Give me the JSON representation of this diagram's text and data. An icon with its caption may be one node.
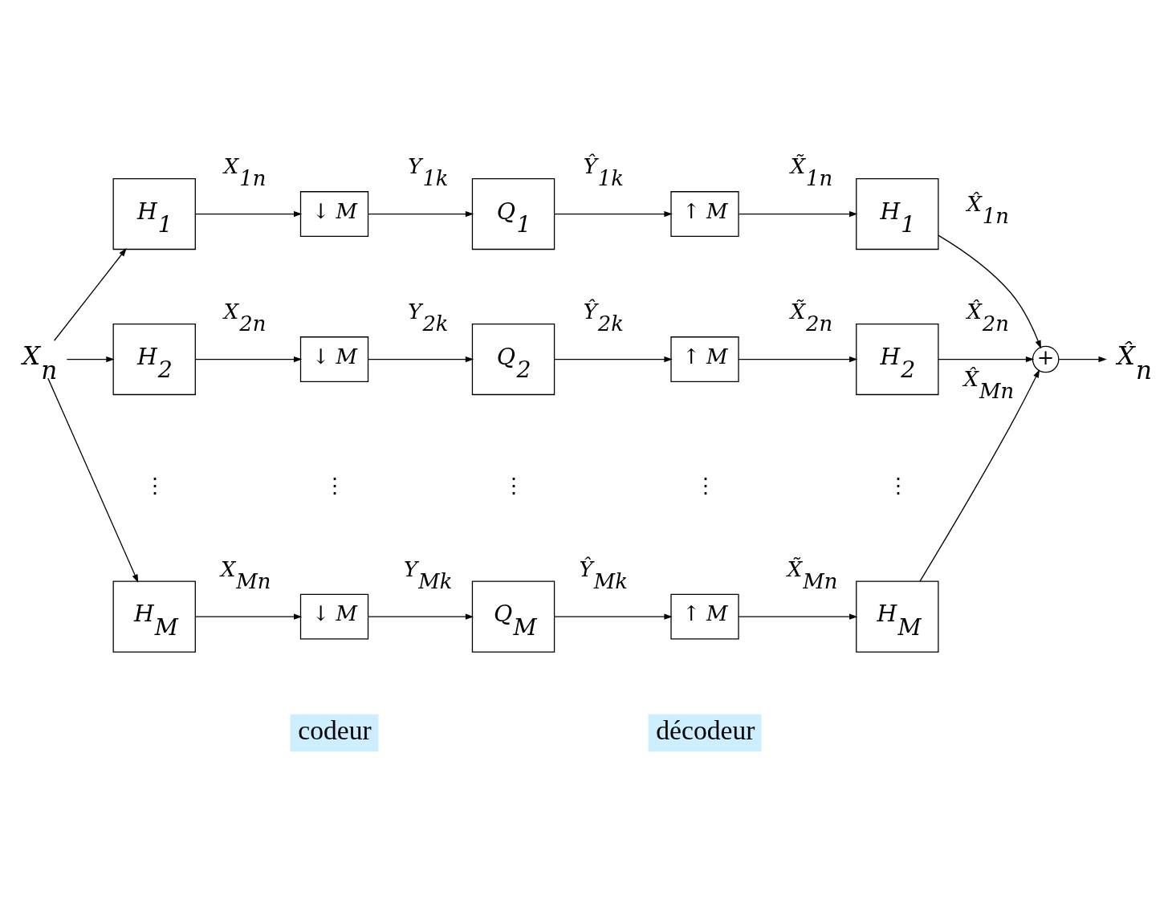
{
  "diagram": {
    "nodes": [
      {
        "text": [
          "X$_{n}$"
        ]
      },
      {
        "text": [
          "H$_{1}$"
        ]
      },
      {
        "text": [
          "↓ M"
        ]
      },
      {
        "text": [
          "Q$_{1}$"
        ]
      },
      {
        "text": [
          "↑ M"
        ]
      },
      {
        "text": [
          "H$_{1}$"
        ]
      },
      {
        "text": [
          "H$_{2}$"
        ]
      },
      {
        "text": [
          "↓ M"
        ]
      },
      {
        "text": [
          "Q$_{2}$"
        ]
      },
      {
        "text": [
          "↑ M"
        ]
      },
      {
        "text": [
          "H$_{2}$"
        ]
      },
      {
        "text": [
          "H$_{M}$"
        ]
      },
      {
        "text": [
          "↓ M"
        ]
      },
      {
        "text": [
          "Q$_{M}$"
        ]
      },
      {
        "text": [
          "↑ M"
        ]
      },
      {
        "text": [
          "H$_{M}$"
        ]
      },
      {
        "text": [
          "+"
        ]
      },
      {
        "text": [
          "X̂$_{n}$"
        ]
      },
      {
        "text": [
          "codeur"
        ]
      },
      {
        "text": [
          "décodeur"
        ]
      }
    ],
    "edges": [
      {
        "from": 0,
        "to": 1,
        "arrow": "to"
      },
      {
        "from": 0,
        "to": 6,
        "arrow": "to"
      },
      {
        "from": 0,
        "to": 11,
        "arrow": "to"
      },
      {
        "from": 1,
        "to": 2,
        "arrow": "to",
        "label": "X$_{1n}$"
      },
      {
        "from": 2,
        "to": 3,
        "arrow": "to",
        "label": "Y$_{1k}$"
      },
      {
        "from": 3,
        "to": 4,
        "arrow": "to",
        "label": "Ŷ$_{1k}$"
      },
      {
        "from": 4,
        "to": 5,
        "arrow": "to",
        "label": "X̃$_{1n}$"
      },
      {
        "from": 5,
        "to": 16,
        "arrow": "to",
        "label": "X̂$_{1n}$"
      },
      {
        "from": 6,
        "to": 7,
        "arrow": "to",
        "label": "X$_{2n}$"
      },
      {
        "from": 7,
        "to": 8,
        "arrow": "to",
        "label": "Y$_{2k}$"
      },
      {
        "from": 8,
        "to": 9,
        "arrow": "to",
        "label": "Ŷ$_{2k}$"
      },
      {
        "from": 9,
        "to": 10,
        "arrow": "to",
        "label": "X̃$_{2n}$"
      },
      {
        "from": 10,
        "to": 16,
        "arrow": "to",
        "label": "X̂$_{2n}$"
      },
      {
        "from": 11,
        "to": 12,
        "arrow": "to",
        "label": "X$_{Mn}$"
      },
      {
        "from": 12,
        "to": 13,
        "arrow": "to",
        "label": "Y$_{Mk}$"
      },
      {
        "from": 13,
        "to": 14,
        "arrow": "to",
        "label": "Ŷ$_{Mk}$"
      },
      {
        "from": 14,
        "to": 15,
        "arrow": "to",
        "label": "X̃$_{Mn}$"
      },
      {
        "from": 15,
        "to": 16,
        "arrow": "to",
        "label": "X̂$_{Mn}$"
      },
      {
        "from": 16,
        "to": 17,
        "arrow": "to"
      }
    ],
    "labels": [
      "⋮",
      "⋮",
      "⋮",
      "⋮",
      "⋮"
    ]
  }
}
